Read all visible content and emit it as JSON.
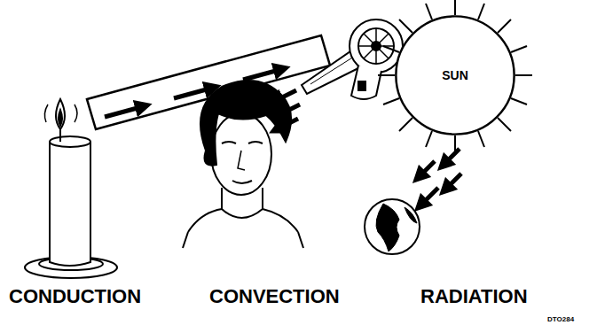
{
  "diagram": {
    "nodes": [
      {
        "text": [
          "SUN"
        ]
      }
    ],
    "labels": [
      "CONDUCTION",
      "CONVECTION",
      "RADIATION",
      "DTO284"
    ]
  }
}
